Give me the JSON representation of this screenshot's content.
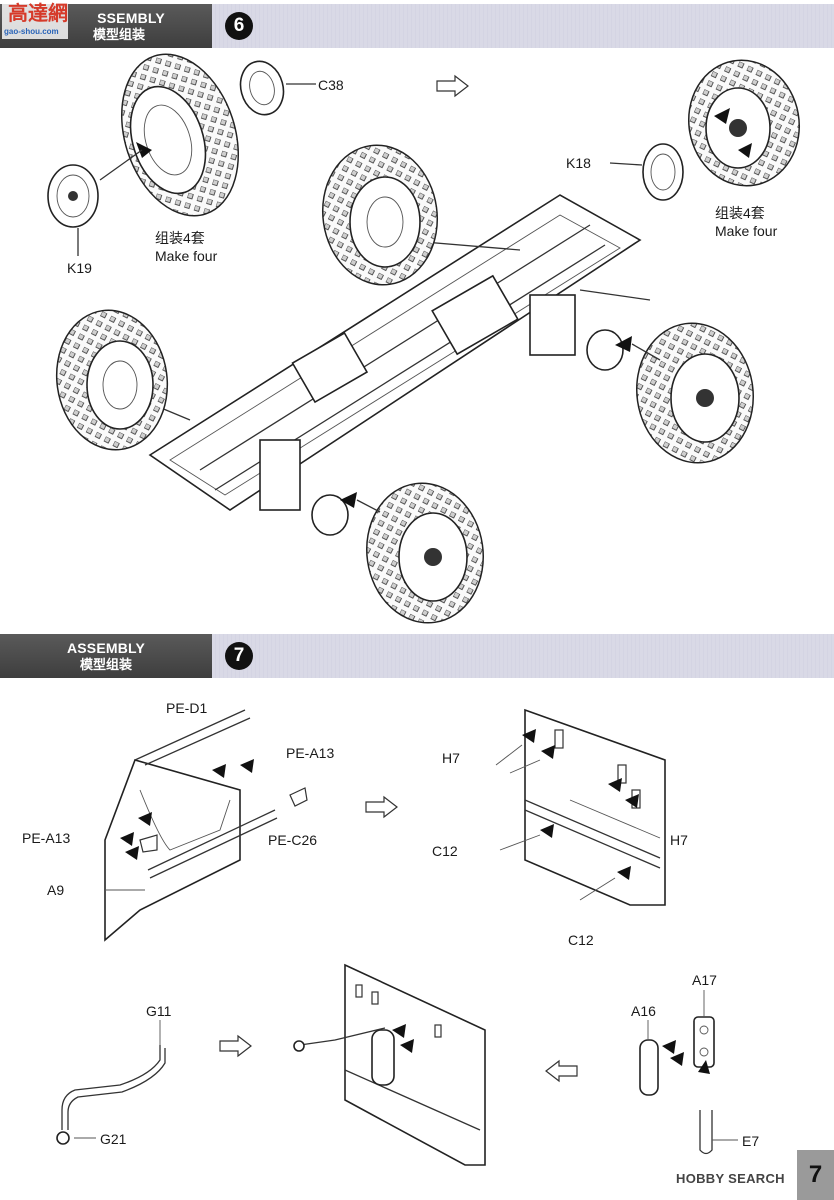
{
  "watermark": {
    "text": "高達網",
    "sub": "gao-shou.com"
  },
  "sections": [
    {
      "header_en": "ASSEMBLY",
      "header_en_visible": "SSEMBLY",
      "header_cn": "模型组装",
      "step": "6",
      "parts": {
        "c38": "C38",
        "k18": "K18",
        "k19": "K19"
      },
      "note_left_cn": "组装4套",
      "note_left_en": "Make four",
      "note_right_cn": "组装4套",
      "note_right_en": "Make four"
    },
    {
      "header_en": "ASSEMBLY",
      "header_cn": "模型组装",
      "step": "7",
      "parts": {
        "pe_d1": "PE-D1",
        "pe_a13_top": "PE-A13",
        "pe_a13_left": "PE-A13",
        "pe_c26": "PE-C26",
        "a9": "A9",
        "h7_top": "H7",
        "h7_right": "H7",
        "c12_left": "C12",
        "c12_bottom": "C12",
        "g11": "G11",
        "g21": "G21",
        "a16": "A16",
        "a17": "A17",
        "e7": "E7"
      }
    }
  ],
  "footer": {
    "logo": "HOBBY SEARCH",
    "page": "7"
  }
}
